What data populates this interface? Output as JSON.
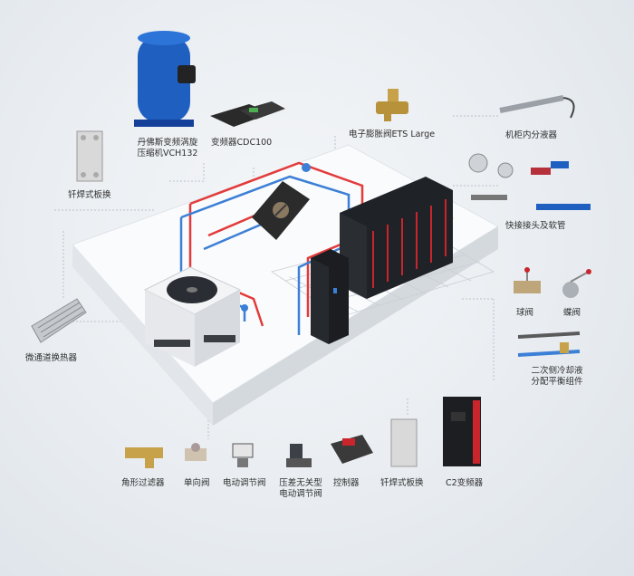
{
  "labels": {
    "compressor": "丹佛斯变频涡旋\n压缩机VCH132",
    "inverter": "变频器CDC100",
    "exp_valve": "电子膨胀阀ETS Large",
    "dist_tube": "机柜内分液器",
    "brazed_left": "钎焊式板换",
    "quick_conn": "快接接头及软管",
    "microchannel": "微通道换热器",
    "ball_valve": "球阀",
    "butterfly_valve": "蝶阀",
    "balance_parts": "二次侧冷却液\n分配平衡组件",
    "angle_filter": "角形过滤器",
    "check_valve": "单向阀",
    "electric_valve": "电动调节阀",
    "pi_valve": "压差无关型\n电动调节阀",
    "controller": "控制器",
    "brazed_bottom": "钎焊式板换",
    "c2_drive": "C2变频器"
  },
  "colors": {
    "hot_pipe": "#e33b3b",
    "cold_pipe": "#3b7fd6",
    "compressor_blue": "#1f5fbf",
    "drive_red": "#c8262c",
    "callout_line": "#b9c2cc"
  }
}
